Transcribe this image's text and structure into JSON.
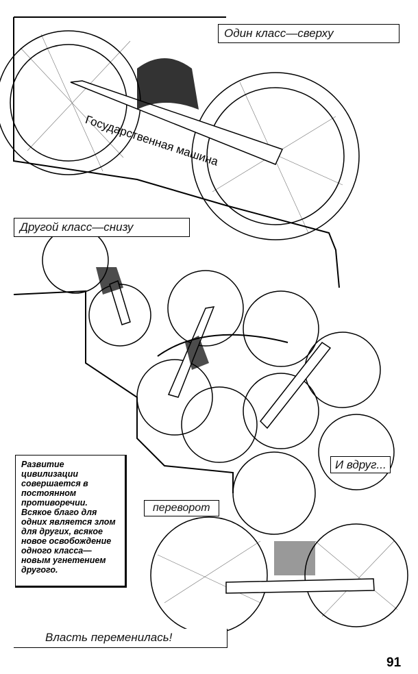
{
  "captions": {
    "top_class": "Один класс—сверху",
    "state_machine": "Государственная машина",
    "bottom_class": "Другой класс—снизу",
    "suddenly": "И вдруг...",
    "coup": "переворот",
    "power_changed": "Власть переменилась!"
  },
  "paragraph": "Развитие цивилизации совершается в постоянном противоречии. Всякое благо для одних является злом для других, всякое новое освобождение одного класса—новым угнетением другого.",
  "page_number": "91"
}
